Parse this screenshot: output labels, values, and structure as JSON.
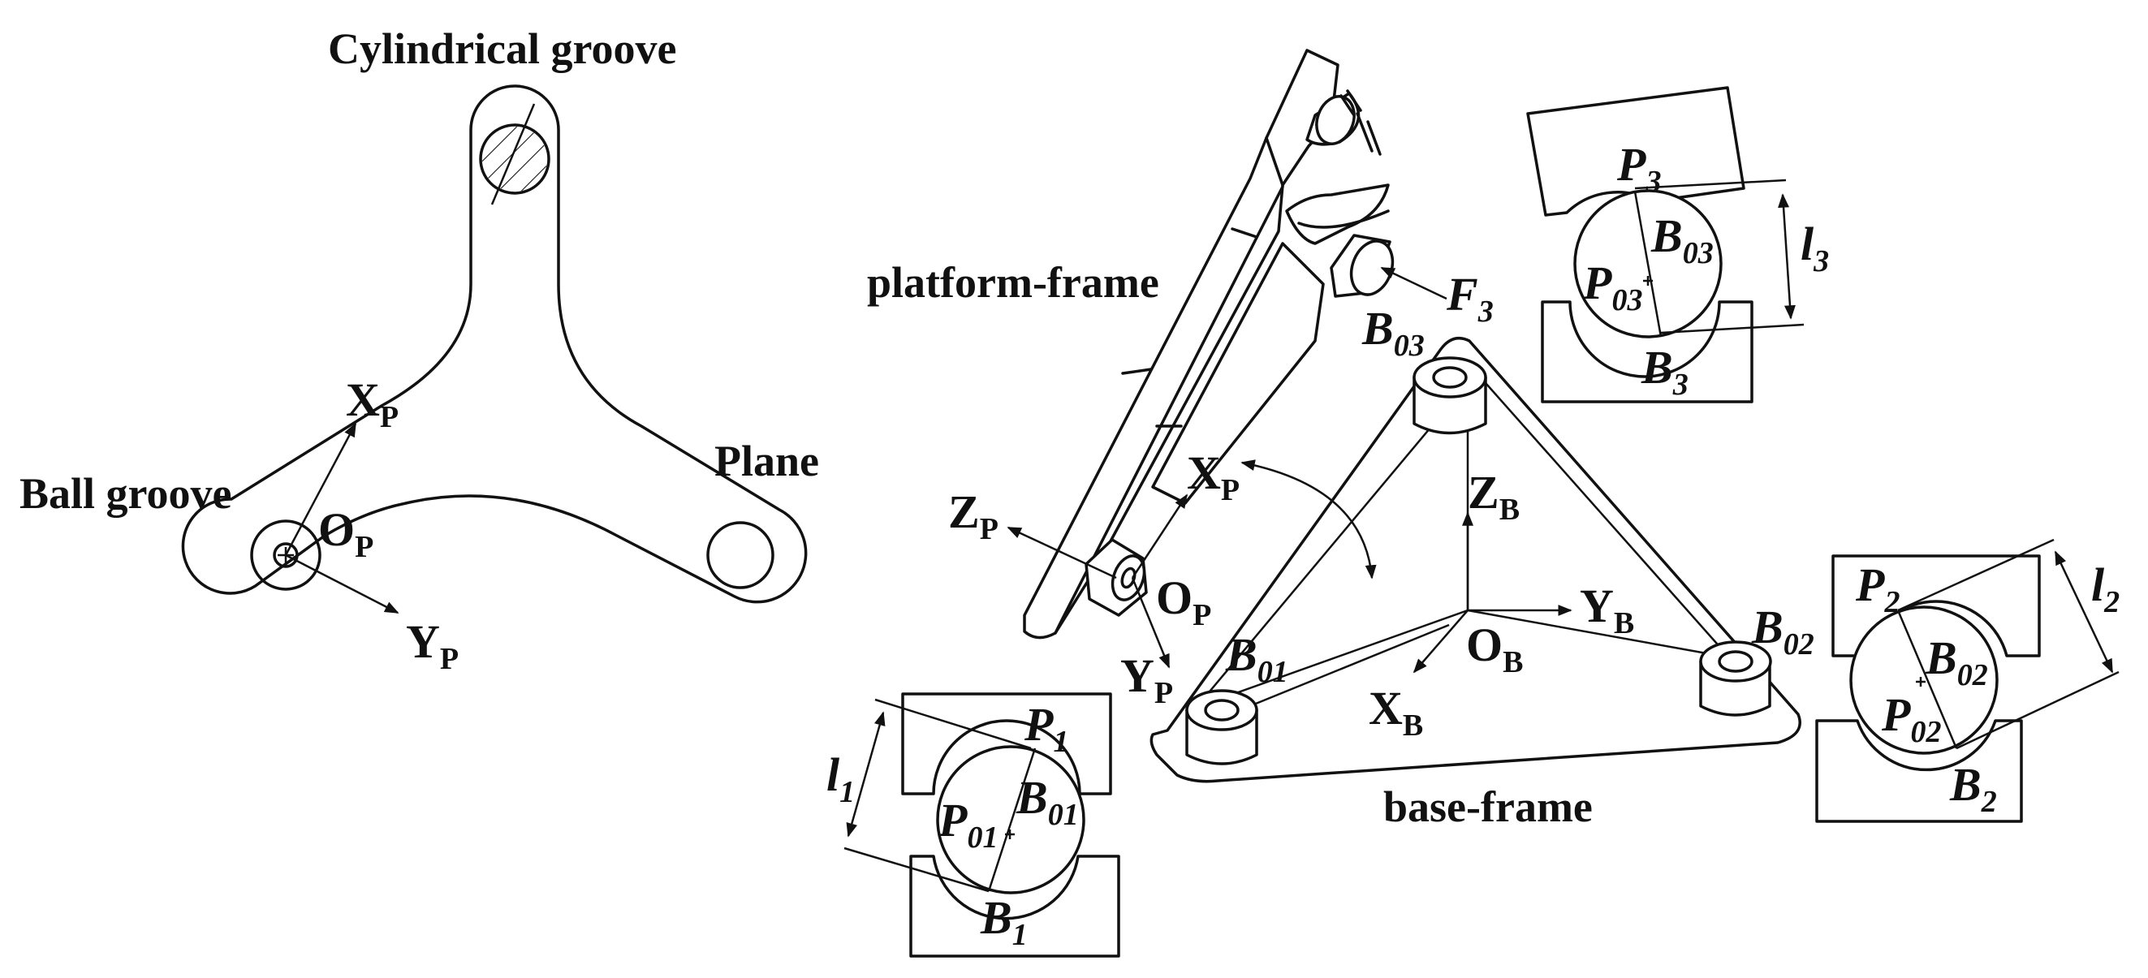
{
  "labels": {
    "cylindrical_groove": "Cylindrical groove",
    "ball_groove": "Ball groove",
    "plane": "Plane",
    "platform_frame": "platform-frame",
    "base_frame": "base-frame"
  },
  "platform_axes_left": {
    "x": {
      "main": "X",
      "sub": "P"
    },
    "y": {
      "main": "Y",
      "sub": "P"
    },
    "origin": {
      "main": "O",
      "sub": "P"
    }
  },
  "platform_axes_mid": {
    "x": {
      "main": "X",
      "sub": "P"
    },
    "y": {
      "main": "Y",
      "sub": "P"
    },
    "z": {
      "main": "Z",
      "sub": "P"
    },
    "origin": {
      "main": "O",
      "sub": "P"
    }
  },
  "base_axes": {
    "x": {
      "main": "X",
      "sub": "B"
    },
    "y": {
      "main": "Y",
      "sub": "B"
    },
    "z": {
      "main": "Z",
      "sub": "B"
    },
    "origin": {
      "main": "O",
      "sub": "B"
    }
  },
  "base_points": {
    "b01": {
      "main": "B",
      "sub": "01"
    },
    "b02": {
      "main": "B",
      "sub": "02"
    },
    "b03": {
      "main": "B",
      "sub": "03"
    }
  },
  "force": {
    "main": "F",
    "sub": "3"
  },
  "detail1": {
    "l": {
      "main": "l",
      "sub": "1"
    },
    "p": {
      "main": "P",
      "sub": "1"
    },
    "b0": {
      "main": "B",
      "sub": "01"
    },
    "p0": {
      "main": "P",
      "sub": "01"
    },
    "b": {
      "main": "B",
      "sub": "1"
    }
  },
  "detail2": {
    "l": {
      "main": "l",
      "sub": "2"
    },
    "p": {
      "main": "P",
      "sub": "2"
    },
    "b0": {
      "main": "B",
      "sub": "02"
    },
    "p0": {
      "main": "P",
      "sub": "02"
    },
    "b": {
      "main": "B",
      "sub": "2"
    }
  },
  "detail3": {
    "l": {
      "main": "l",
      "sub": "3"
    },
    "p": {
      "main": "P",
      "sub": "3"
    },
    "b0": {
      "main": "B",
      "sub": "03"
    },
    "p0": {
      "main": "P",
      "sub": "03"
    },
    "b": {
      "main": "B",
      "sub": "3"
    }
  }
}
